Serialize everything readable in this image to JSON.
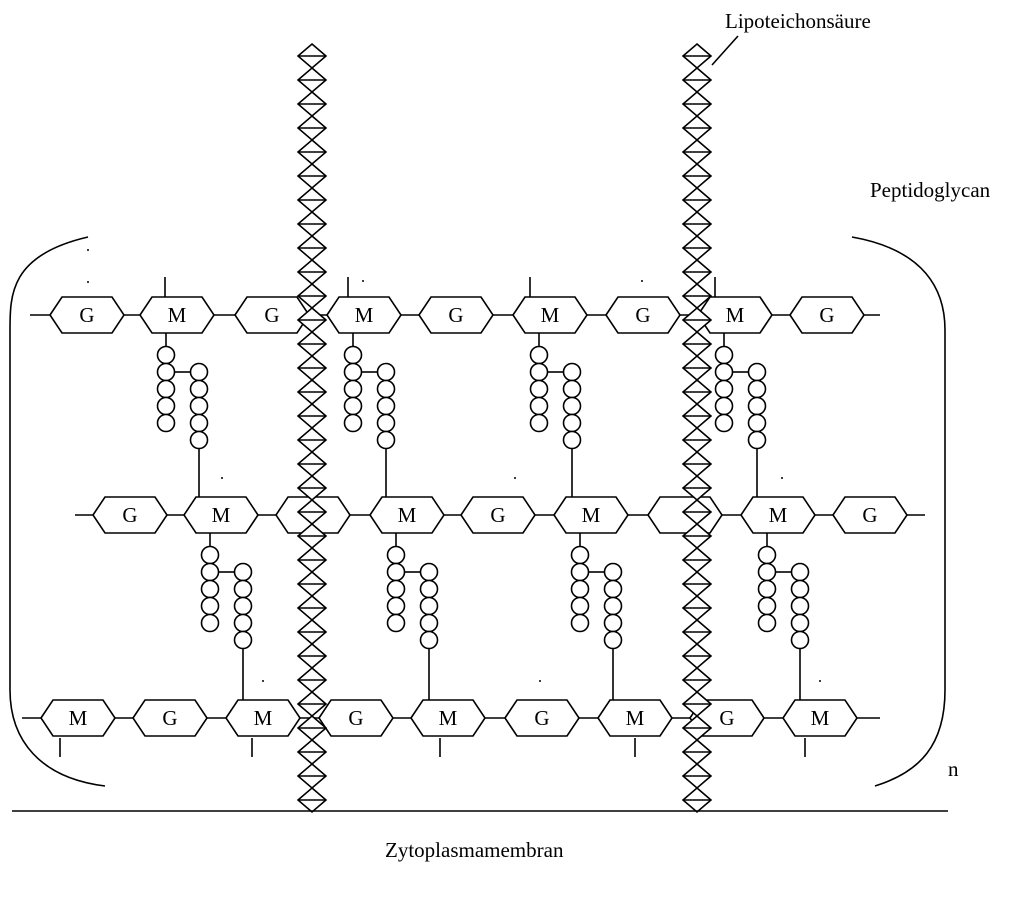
{
  "labels": {
    "lipoteichonsaeure": "Lipoteichonsäure",
    "peptidoglycan": "Peptidoglycan",
    "membrane": "Zytoplasmamembran",
    "repeat": "n"
  },
  "glycan_strands": [
    [
      "G",
      "M",
      "G",
      "M",
      "G",
      "M",
      "G",
      "M",
      "G"
    ],
    [
      "G",
      "M",
      "",
      "M",
      "G",
      "M",
      "",
      "M",
      "G"
    ],
    [
      "M",
      "G",
      "M",
      "G",
      "M",
      "G",
      "M",
      "G",
      "M"
    ]
  ]
}
